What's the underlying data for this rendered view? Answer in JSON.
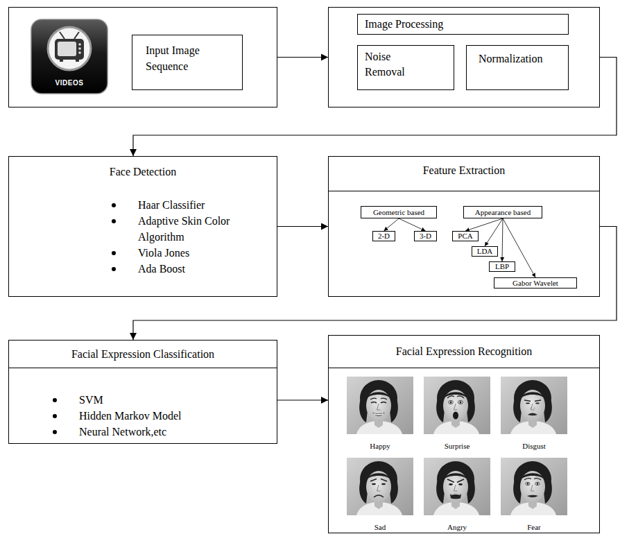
{
  "diagram": {
    "nodes": [
      {
        "text": []
      },
      {
        "text": [
          "VIDEOS"
        ],
        "in": 0
      },
      {
        "text": [
          "Input Image Sequence"
        ],
        "in": 0
      },
      {
        "text": []
      },
      {
        "text": [
          "Image Processing"
        ],
        "in": 3
      },
      {
        "text": [
          "Noise Removal"
        ],
        "in": 3
      },
      {
        "text": [
          "Normalization"
        ],
        "in": 3
      },
      {
        "text": [
          "Face Detection",
          "Haar Classifier",
          "Adaptive Skin Color Algorithm",
          "Viola Jones",
          "Ada Boost"
        ]
      },
      {
        "text": [
          "Feature Extraction"
        ]
      },
      {
        "text": [
          "Geometric based"
        ],
        "in": 8
      },
      {
        "text": [
          "Appearance based"
        ],
        "in": 8
      },
      {
        "text": [
          "2-D"
        ],
        "in": 8
      },
      {
        "text": [
          "3-D"
        ],
        "in": 8
      },
      {
        "text": [
          "PCA"
        ],
        "in": 8
      },
      {
        "text": [
          "LDA"
        ],
        "in": 8
      },
      {
        "text": [
          "LBP"
        ],
        "in": 8
      },
      {
        "text": [
          "Gabor Wavelet"
        ],
        "in": 8
      },
      {
        "text": [
          "Facial Expression Classification",
          "SVM",
          "Hidden Markov Model",
          "Neural Network,etc"
        ]
      },
      {
        "text": [
          "Facial Expression Recognition"
        ]
      }
    ],
    "edges": [
      {
        "from": 0,
        "to": 3,
        "arrow": "to"
      },
      {
        "from": 3,
        "to": 7,
        "arrow": "to"
      },
      {
        "from": 7,
        "to": 8,
        "arrow": "to"
      },
      {
        "from": 8,
        "to": 17,
        "arrow": "to"
      },
      {
        "from": 17,
        "to": 18,
        "arrow": "to"
      },
      {
        "from": 9,
        "to": 11,
        "arrow": "to"
      },
      {
        "from": 9,
        "to": 12,
        "arrow": "to"
      },
      {
        "from": 10,
        "to": 13,
        "arrow": "to"
      },
      {
        "from": 10,
        "to": 14,
        "arrow": "to"
      },
      {
        "from": 10,
        "to": 15,
        "arrow": "to"
      },
      {
        "from": 10,
        "to": 16,
        "arrow": "to"
      }
    ],
    "labels": [
      "Happy",
      "Surprise",
      "Disgust",
      "Sad",
      "Angry",
      "Fear"
    ]
  }
}
